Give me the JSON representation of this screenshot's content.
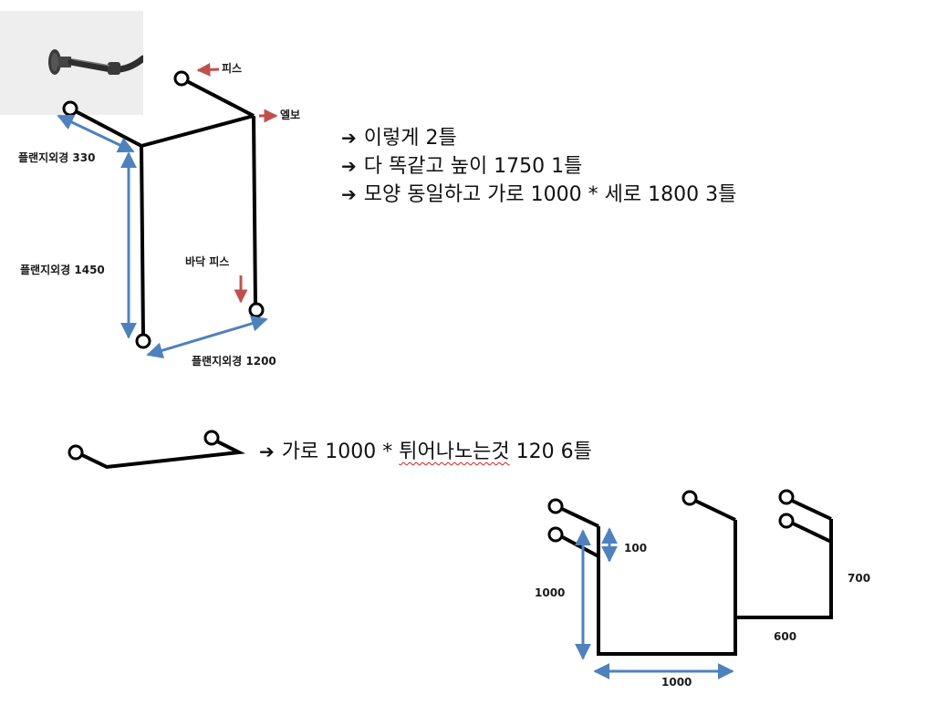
{
  "colors": {
    "pipe": "#000000",
    "dimension_arrow": "#4f81bd",
    "callout_arrow": "#c0504d",
    "spellcheck": "#d62020"
  },
  "photo": {
    "icon": "pipe-flange-photo"
  },
  "frame_labels": {
    "piece_top": "피스",
    "elbow": "엘보",
    "flange_330": "플랜지외경 330",
    "flange_1450": "플랜지외경 1450",
    "floor_piece": "바닥 피스",
    "flange_1200": "플랜지외경 1200"
  },
  "notes": {
    "arrow_glyph": "➔",
    "line1": "이렇게 2틀",
    "line2": "다 똑같고 높이 1750 1틀",
    "line3": "모양 동일하고 가로 1000 * 세로 1800 3틀"
  },
  "bracket_note": {
    "arrow_glyph": "➔",
    "text_before": "가로 1000 * ",
    "misspelled": "튀어나노는것",
    "text_after": " 120 6틀"
  },
  "shelf_labels": {
    "dim_100": "100",
    "dim_1000_vertical": "1000",
    "dim_700": "700",
    "dim_600": "600",
    "dim_1000_horizontal": "1000"
  }
}
